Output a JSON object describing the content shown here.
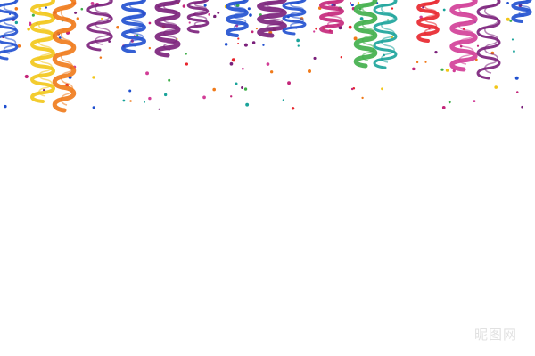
{
  "background_color": "#ffffff",
  "watermark": {
    "text": "昵图网",
    "color": "#aaaaaa"
  },
  "palette": {
    "purple": "#7a1f7a",
    "magenta": "#c4267a",
    "blue": "#1f4fcf",
    "teal": "#1aa39a",
    "green": "#3fae49",
    "yellow": "#f2c618",
    "orange": "#f07a1a",
    "red": "#e8242b",
    "pink": "#d23d97"
  },
  "streamer_colors": [
    "blue",
    "yellow",
    "orange",
    "purple",
    "blue",
    "purple",
    "purple",
    "blue",
    "purple",
    "blue",
    "magenta",
    "green",
    "teal",
    "red",
    "pink",
    "purple"
  ]
}
